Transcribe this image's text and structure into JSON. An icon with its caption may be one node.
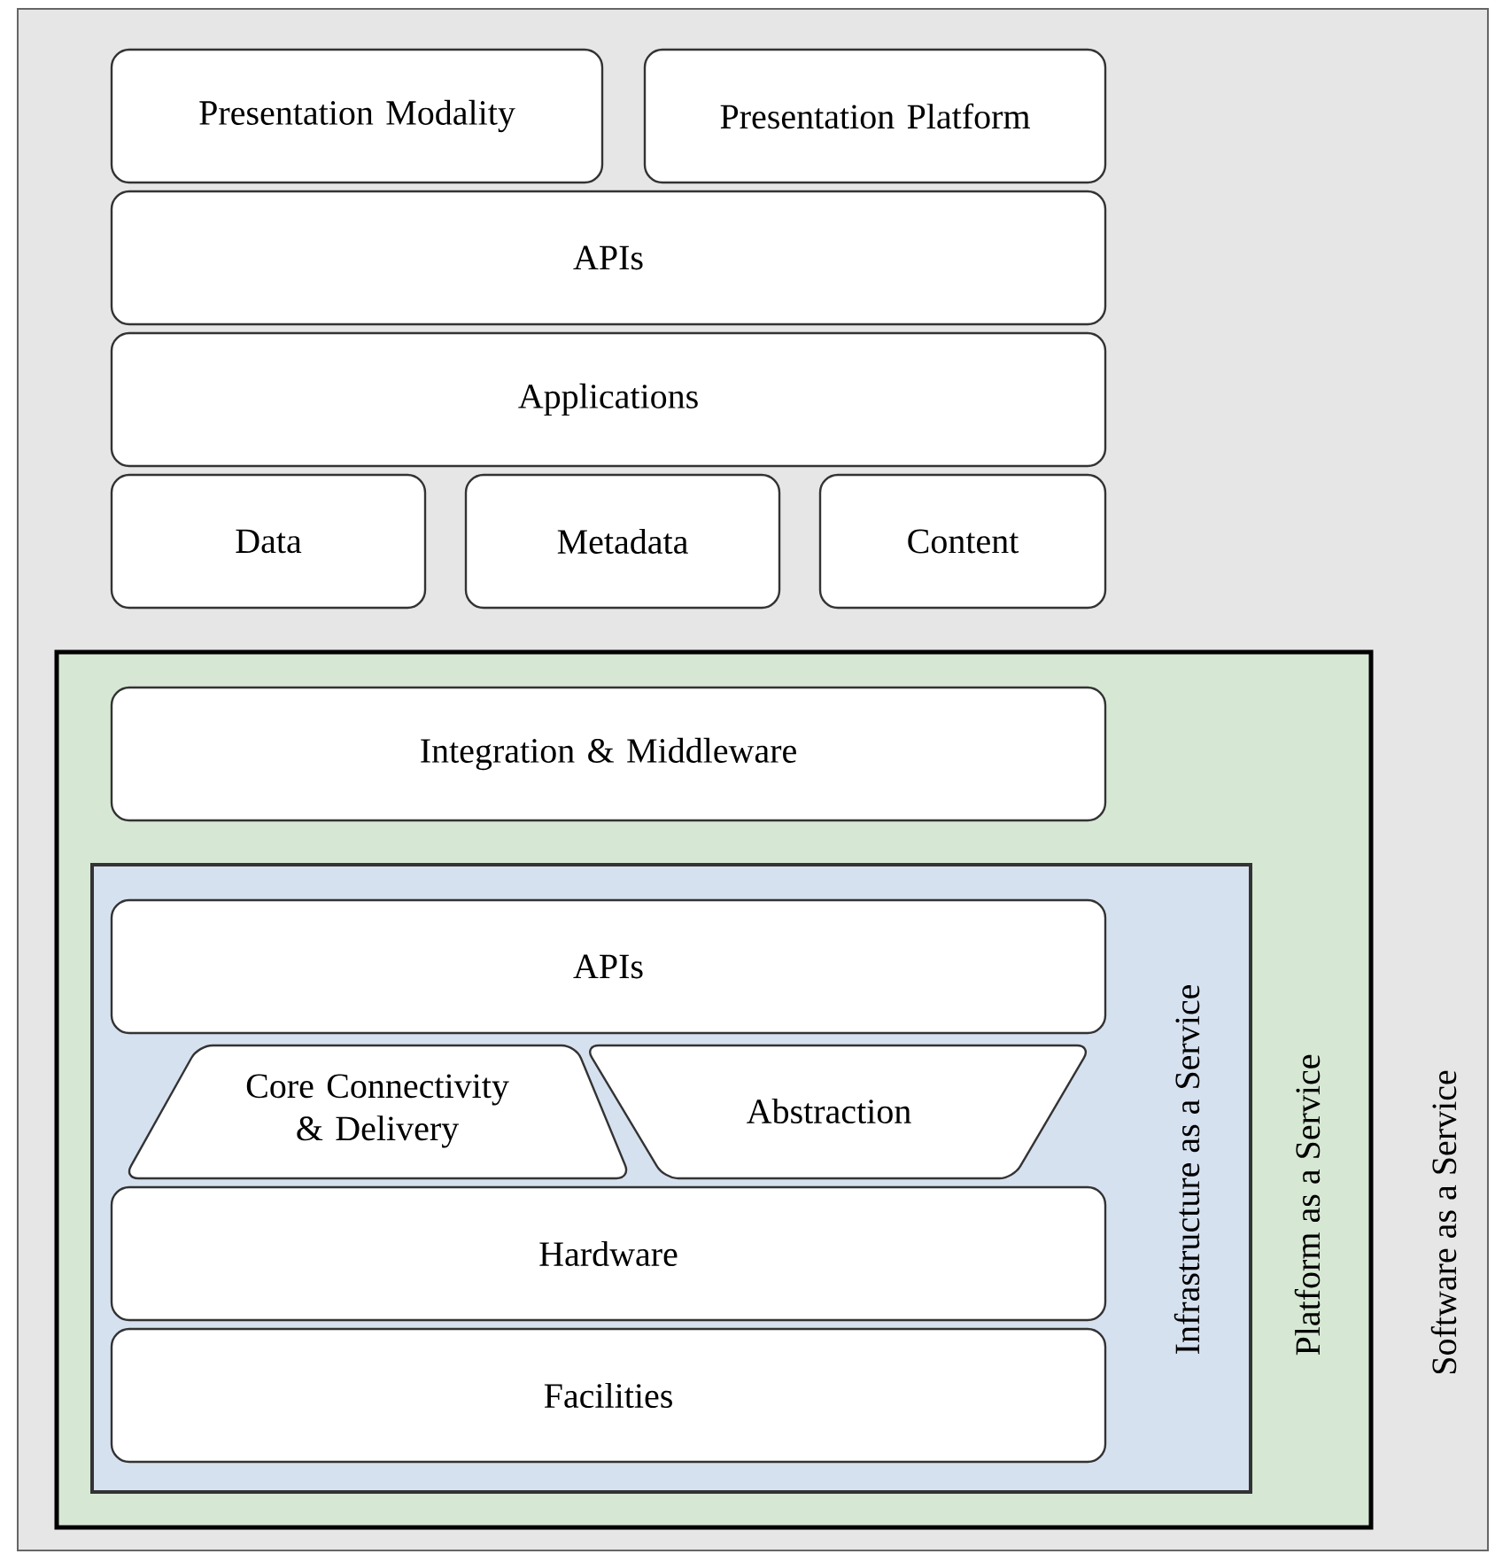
{
  "diagram": {
    "nodes": [
      {
        "text": [
          "Software as a Service"
        ]
      },
      {
        "text": [
          "Presentation Modality"
        ],
        "in": 0
      },
      {
        "text": [
          "Presentation Platform"
        ],
        "in": 0
      },
      {
        "text": [
          "APIs"
        ],
        "in": 0
      },
      {
        "text": [
          "Applications"
        ],
        "in": 0
      },
      {
        "text": [
          "Data"
        ],
        "in": 0
      },
      {
        "text": [
          "Metadata"
        ],
        "in": 0
      },
      {
        "text": [
          "Content"
        ],
        "in": 0
      },
      {
        "text": [
          "Platform as a Service"
        ],
        "in": 0
      },
      {
        "text": [
          "Integration & Middleware"
        ],
        "in": 8
      },
      {
        "text": [
          "Infrastructure as a Service"
        ],
        "in": 8
      },
      {
        "text": [
          "APIs"
        ],
        "in": 10
      },
      {
        "text": [
          "Core Connectivity & Delivery"
        ],
        "in": 10
      },
      {
        "text": [
          "Abstraction"
        ],
        "in": 10
      },
      {
        "text": [
          "Hardware"
        ],
        "in": 10
      },
      {
        "text": [
          "Facilities"
        ],
        "in": 10
      }
    ]
  }
}
